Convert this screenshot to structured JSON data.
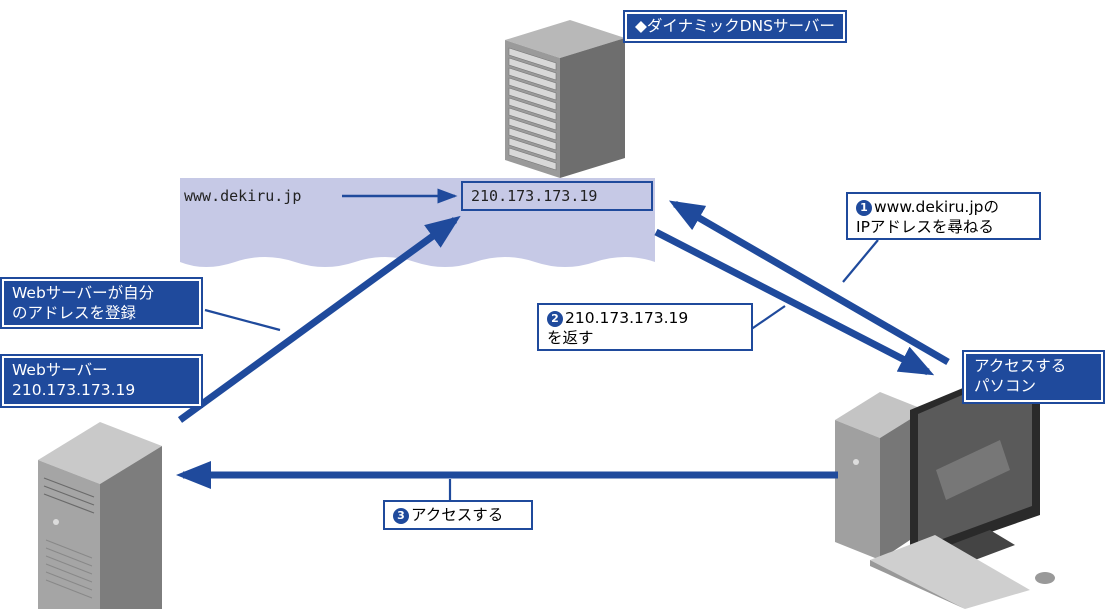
{
  "dns_server_title": "◆ダイナミックDNSサーバー",
  "record": {
    "domain": "www.dekiru.jp",
    "ip": "210.173.173.19"
  },
  "step1": {
    "num": "1",
    "line1": "www.dekiru.jpの",
    "line2": "IPアドレスを尋ねる"
  },
  "step2": {
    "num": "2",
    "line1": "210.173.173.19",
    "line2": "を返す"
  },
  "step3": {
    "num": "3",
    "text": "アクセスする"
  },
  "web_register": {
    "line1": "Webサーバーが自分",
    "line2": "のアドレスを登録"
  },
  "web_server": {
    "line1": "Webサーバー",
    "line2": "210.173.173.19"
  },
  "client": {
    "line1": "アクセスする",
    "line2": "パソコン"
  },
  "colors": {
    "accent": "#1f4a9c",
    "record_band": "#c6c9e6"
  }
}
